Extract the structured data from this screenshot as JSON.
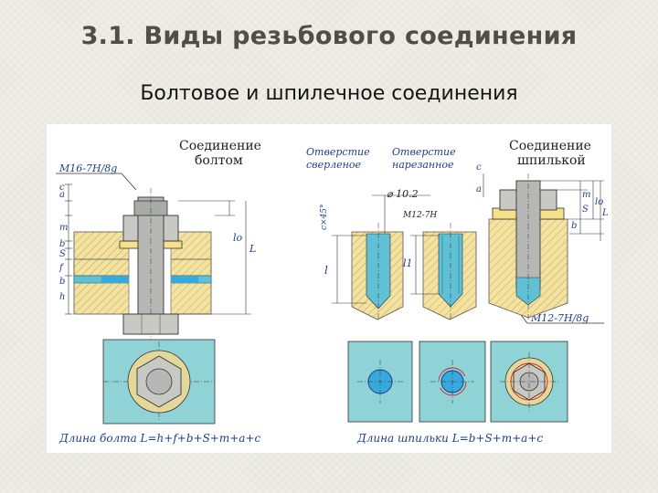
{
  "slide": {
    "title": "3.1. Виды резьбового соединения",
    "subtitle": "Болтовое и шпилечное соединения"
  },
  "bolt_drawing": {
    "caption_line1": "Соединение",
    "caption_line2": "болтом",
    "thread_spec": "М16-7Н/8g",
    "dim_labels": [
      "a",
      "c",
      "m",
      "b",
      "S",
      "f",
      "b",
      "h",
      "lo",
      "L"
    ],
    "formula": "Длина болта L=h+f+b+S+m+a+c"
  },
  "hole_drawing": {
    "drilled_label_line1": "Отверстие",
    "drilled_label_line2": "сверленое",
    "threaded_label_line1": "Отверстие",
    "threaded_label_line2": "нарезанное",
    "diameter": "⌀ 10.2",
    "thread_spec": "М12-7Н",
    "chamfer": "c×45°",
    "dim_l": "l",
    "dim_l1": "l1"
  },
  "stud_drawing": {
    "caption_line1": "Соединение",
    "caption_line2": "шпилькой",
    "thread_spec": "М12-7Н/8g",
    "dim_labels": [
      "c",
      "a",
      "m",
      "S",
      "b",
      "lo",
      "L"
    ],
    "formula": "Длина шпильки L=b+S+m+a+c"
  },
  "colors": {
    "metal": "#b7b8b5",
    "metal_dark": "#7a7c78",
    "nut": "#c8c9c4",
    "washer": "#f6e08a",
    "part": "#f2e3a3",
    "cyan": "#6fc9cf",
    "blue": "#2f8fd6",
    "red": "#d3202a",
    "label_blue": "#1f3f8a"
  }
}
